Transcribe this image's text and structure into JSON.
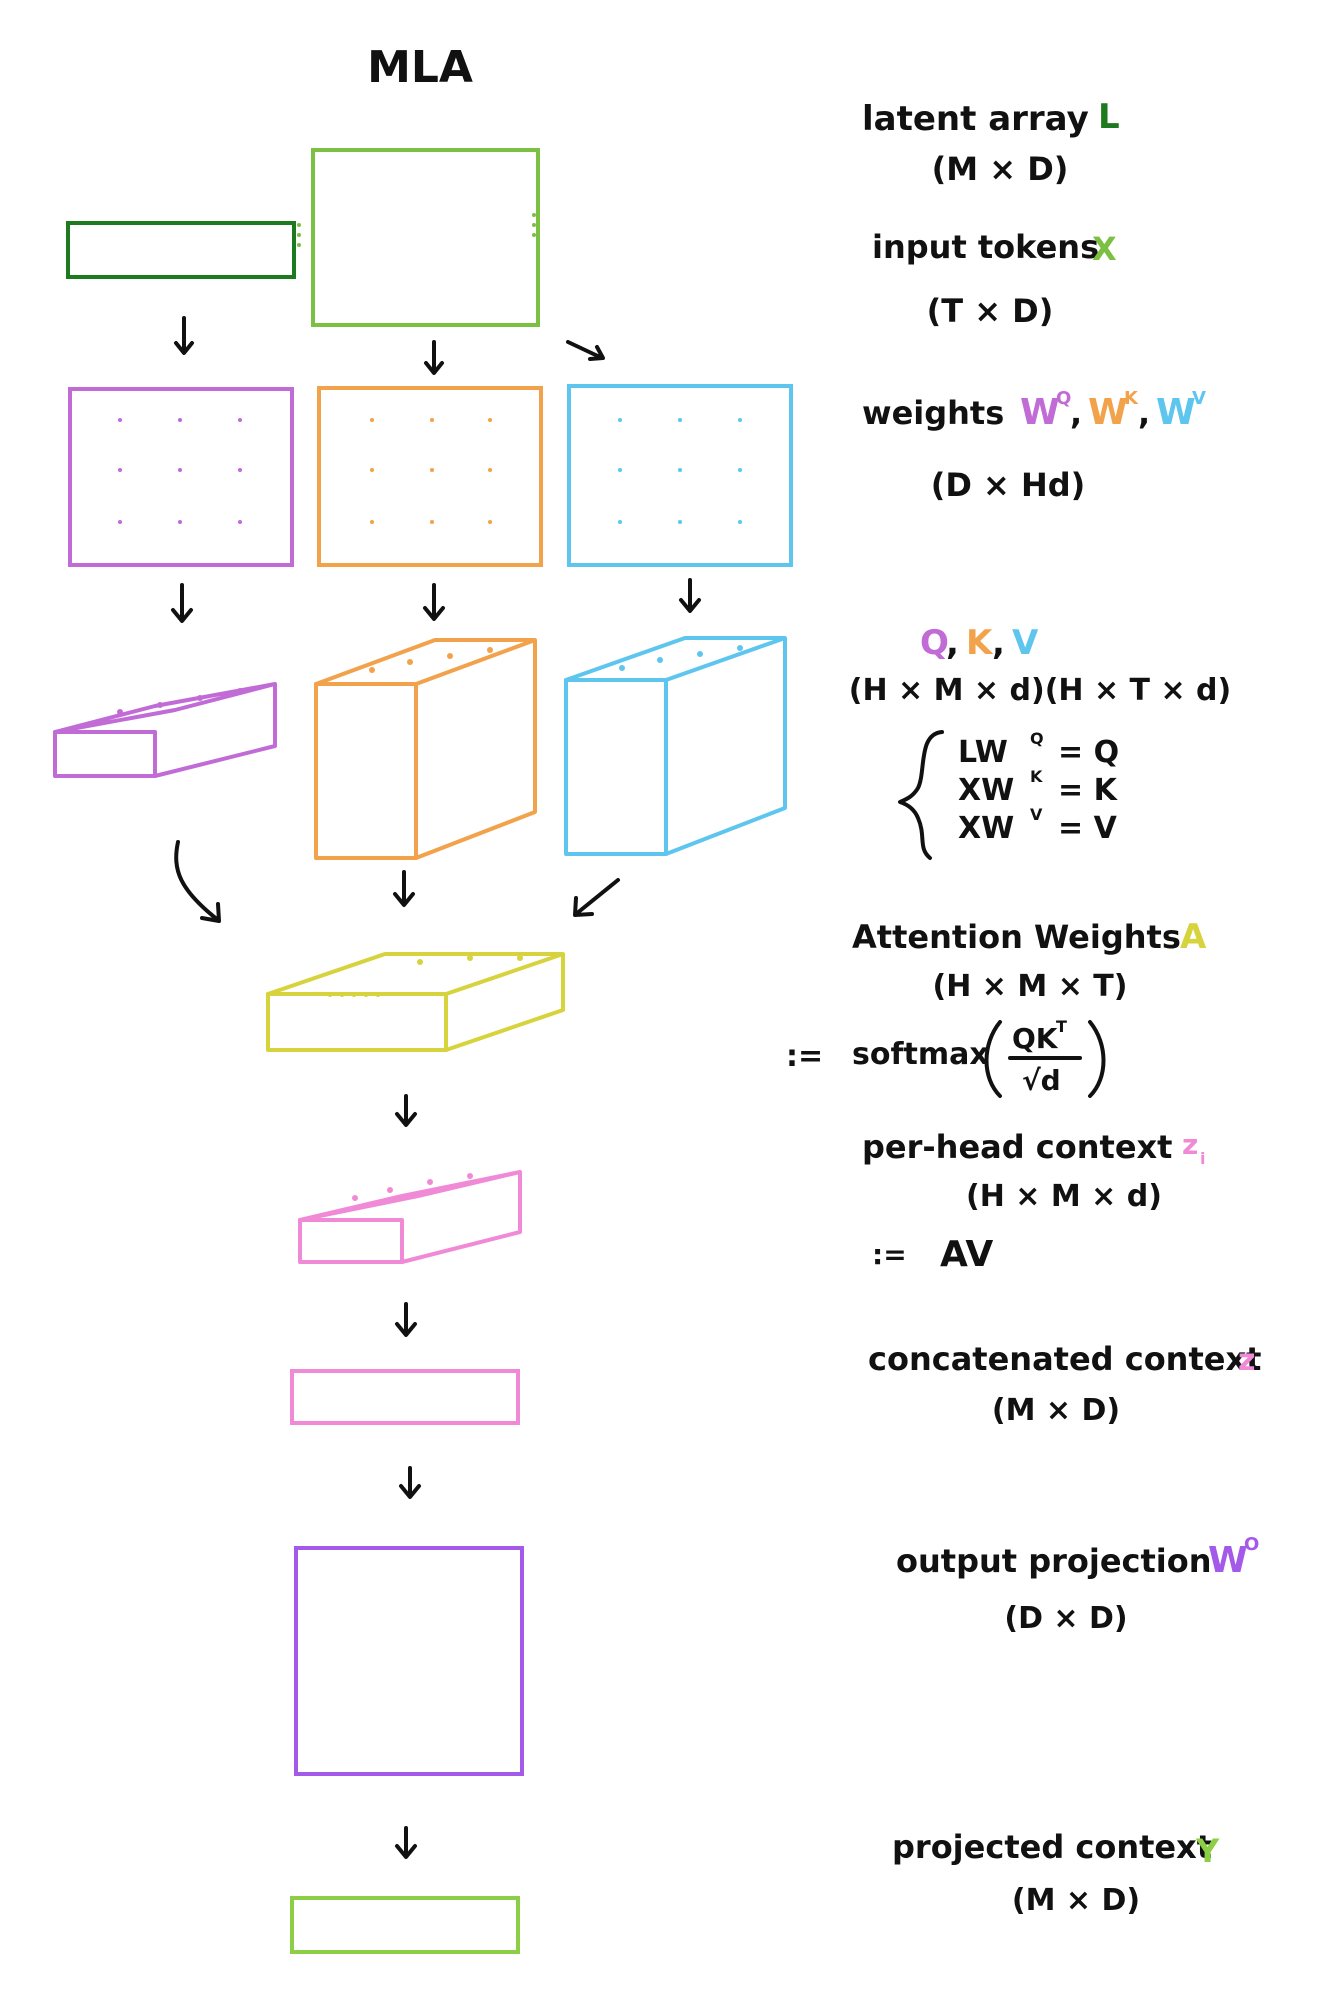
{
  "title": "MLA",
  "colors": {
    "ink": "#111111",
    "dark_green": "#1e7a1e",
    "light_green": "#7cc043",
    "purple": "#c06bd6",
    "orange": "#f2a24a",
    "cyan": "#5ec6ee",
    "yellow": "#d6d33c",
    "pink": "#f08ad6",
    "violet": "#a45ae8",
    "lime": "#8ccf45"
  },
  "legend": {
    "latent": {
      "label": "latent array",
      "symbol": "L",
      "dims": "(M × D)"
    },
    "input": {
      "label": "input tokens",
      "symbol": "X",
      "dims": "(T × D)"
    },
    "weights": {
      "label": "weights",
      "wq": "W",
      "wq_sup": "Q",
      "wk": "W",
      "wk_sup": "K",
      "wv": "W",
      "wv_sup": "V",
      "sep": ",",
      "dims": "(D × Hd)"
    },
    "qkv": {
      "q": "Q",
      "k": "K",
      "v": "V",
      "sep": ",",
      "dims": "(H × M × d)(H × T × d)",
      "eq1_lhs": "LW",
      "eq1_sup": "Q",
      "eq1_rhs": "= Q",
      "eq2_lhs": "XW",
      "eq2_sup": "K",
      "eq2_rhs": "= K",
      "eq3_lhs": "XW",
      "eq3_sup": "V",
      "eq3_rhs": "= V"
    },
    "attention": {
      "label": "Attention Weights",
      "symbol": "A",
      "dims": "(H × M × T)",
      "assign": ":=",
      "fn": "softmax",
      "num": "QK",
      "num_sup": "T",
      "den": "√d"
    },
    "perhead": {
      "label": "per-head context",
      "symbol": "z",
      "symbol_sub": "i",
      "dims": "(H × M × d)",
      "assign": ":=",
      "expr": "AV"
    },
    "concat": {
      "label": "concatenated context",
      "symbol": "z",
      "dims": "(M × D)"
    },
    "outproj": {
      "label": "output projection",
      "symbol": "W",
      "symbol_sup": "O",
      "dims": "(D × D)"
    },
    "projected": {
      "label": "projected context",
      "symbol": "Y",
      "dims": "(M × D)"
    }
  }
}
